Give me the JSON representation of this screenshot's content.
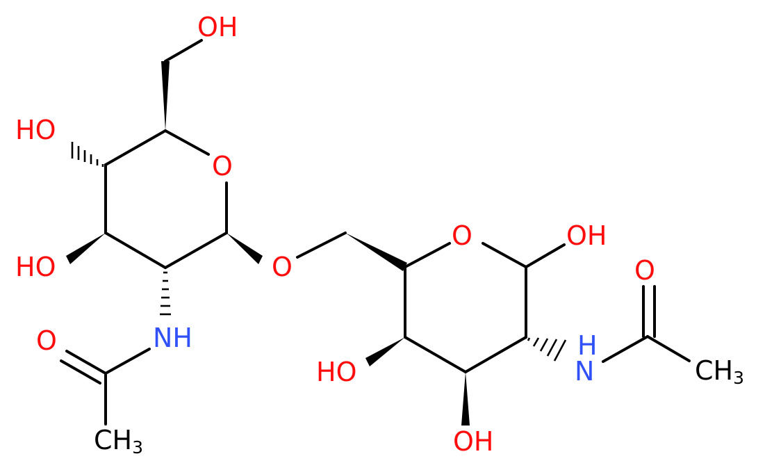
{
  "colors": {
    "bond": "#000000",
    "oxygen": "#ff0d0d",
    "nitrogen": "#3050f8",
    "carbon": "#000000",
    "background": "#ffffff"
  },
  "labels": {
    "oh_top": "OH",
    "ho_c4_left": "HO",
    "o_ring_left": "O",
    "ho_c3_left": "HO",
    "nh_left": "NH",
    "o_carbonyl_left": "O",
    "ch_left": "CH",
    "ch_left_sub": "3",
    "o_glycosidic": "O",
    "o_ring_right": "O",
    "oh_anomeric": "OH",
    "o_carbonyl_right": "O",
    "nh_right": "N",
    "nh_right_h": "H",
    "ch_right": "CH",
    "ch_right_sub": "3",
    "ho_c4_right": "HO",
    "oh_bottom": "OH"
  }
}
